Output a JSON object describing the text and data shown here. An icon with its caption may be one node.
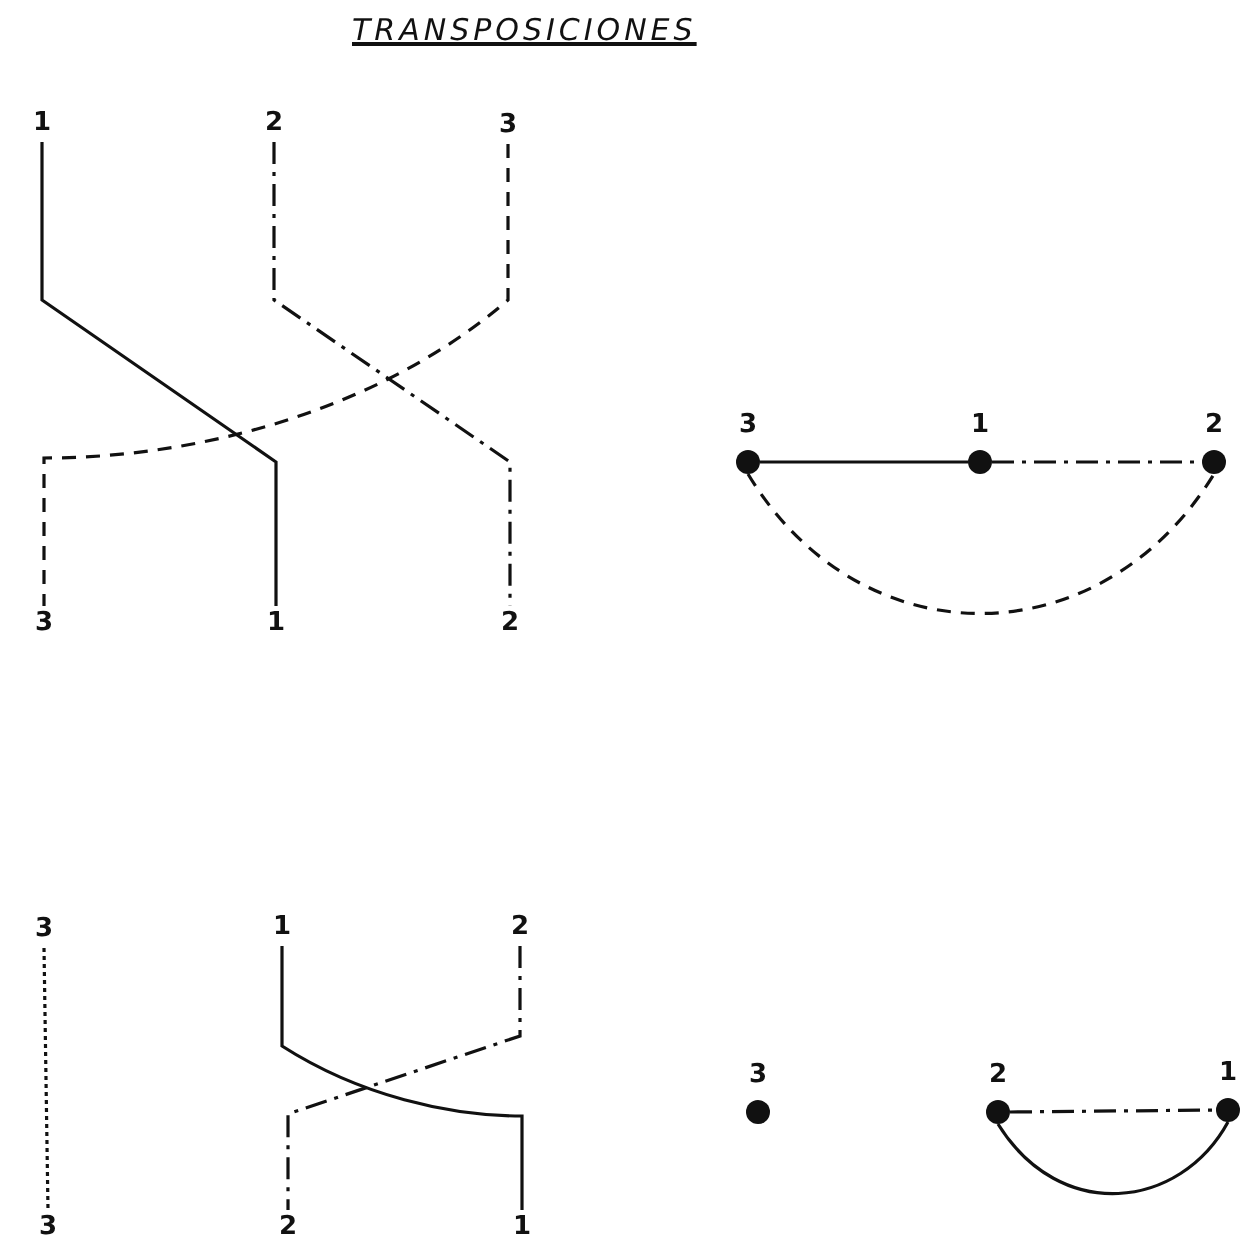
{
  "diagram": {
    "title": "TRANSPOSICIONES",
    "nodes": [
      {
        "text": [
          "1"
        ]
      },
      {
        "text": [
          "2"
        ]
      },
      {
        "text": [
          "3"
        ]
      },
      {
        "text": [],
        "shape": "circle",
        "beside": [
          "3"
        ]
      },
      {
        "text": [],
        "shape": "circle",
        "beside": [
          "1"
        ]
      },
      {
        "text": [],
        "shape": "circle",
        "beside": [
          "2"
        ]
      },
      {
        "text": [
          "3"
        ]
      },
      {
        "text": [
          "1"
        ]
      },
      {
        "text": [
          "2"
        ]
      },
      {
        "text": [
          "3"
        ]
      },
      {
        "text": [
          "1"
        ]
      },
      {
        "text": [
          "2"
        ]
      },
      {
        "text": [],
        "shape": "circle",
        "beside": [
          "3"
        ]
      },
      {
        "text": [],
        "shape": "circle",
        "beside": [
          "2"
        ]
      },
      {
        "text": [],
        "shape": "circle",
        "beside": [
          "1"
        ]
      },
      {
        "text": [
          "3"
        ]
      },
      {
        "text": [
          "2"
        ]
      },
      {
        "text": [
          "1"
        ]
      }
    ],
    "edges": [
      {
        "from": 0,
        "to": 7,
        "arrow": "none"
      },
      {
        "from": 1,
        "to": 8,
        "arrow": "none",
        "style": "dashed"
      },
      {
        "from": 2,
        "to": 6,
        "arrow": "none",
        "style": "dashed"
      },
      {
        "from": 3,
        "to": 4,
        "arrow": "none"
      },
      {
        "from": 4,
        "to": 5,
        "arrow": "none",
        "style": "dashed"
      },
      {
        "from": 3,
        "to": 5,
        "arrow": "none",
        "style": "dashed"
      },
      {
        "from": 9,
        "to": 15,
        "arrow": "none",
        "style": "dashed"
      },
      {
        "from": 10,
        "to": 17,
        "arrow": "none"
      },
      {
        "from": 11,
        "to": 16,
        "arrow": "none",
        "style": "dashed"
      },
      {
        "from": 13,
        "to": 14,
        "arrow": "none",
        "style": "dashed"
      },
      {
        "from": 13,
        "to": 14,
        "arrow": "none"
      }
    ]
  }
}
